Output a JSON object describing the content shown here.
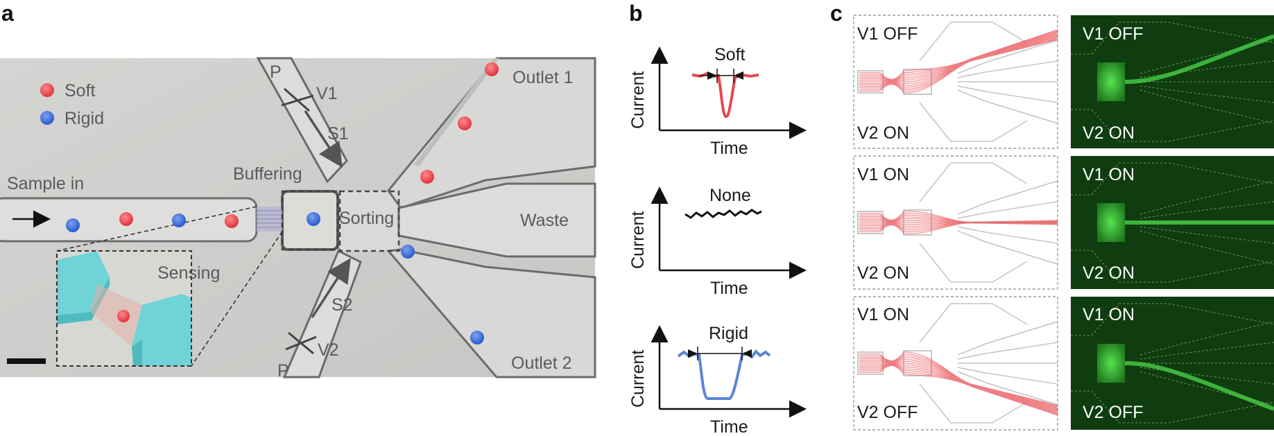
{
  "panel_letters": {
    "a": "a",
    "b": "b",
    "c": "c"
  },
  "panel_a": {
    "legend": {
      "soft": "Soft",
      "rigid": "Rigid"
    },
    "labels": {
      "sample_in": "Sample in",
      "buffering": "Buffering",
      "sorting": "Sorting",
      "sensing": "Sensing",
      "waste": "Waste",
      "outlet1": "Outlet 1",
      "outlet2": "Outlet 2",
      "p_top": "P",
      "p_bottom": "P",
      "v1": "V1",
      "v2": "V2",
      "s1": "S1",
      "s2": "S2"
    },
    "colors": {
      "soft": "#e8474d",
      "rigid": "#3d6fd8",
      "chip": "#cfd0cd"
    }
  },
  "panel_b": {
    "y_label": "Current",
    "x_label": "Time",
    "traces": [
      {
        "label": "Soft",
        "color": "#e8474d"
      },
      {
        "label": "None",
        "color": "#111111"
      },
      {
        "label": "Rigid",
        "color": "#5b86d6"
      }
    ]
  },
  "panel_c": {
    "rows": [
      {
        "top": "V1 OFF",
        "bottom": "V2 ON"
      },
      {
        "top": "V1 ON",
        "bottom": "V2 ON"
      },
      {
        "top": "V1 ON",
        "bottom": "V2 OFF"
      }
    ],
    "colors": {
      "stream": "#e8474d",
      "fluor_bg": "#0f3d10",
      "fluor": "#4cd94a"
    }
  }
}
